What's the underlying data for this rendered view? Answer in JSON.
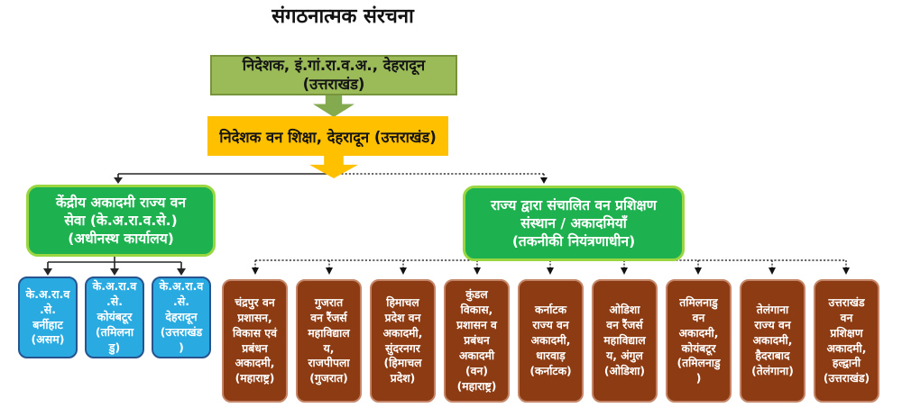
{
  "title": "संगठनात्मक संरचना",
  "root": {
    "label": "निदेशक, इं.गां.रा.व.अ., देहरादून\n(उत्तराखंड)"
  },
  "director_forest_education": {
    "label": "निदेशक वन शिक्षा, देहरादून (उत्तराखंड)"
  },
  "branches": {
    "central": {
      "label": "केंद्रीय अकादमी राज्य वन\nसेवा (के.अ.रा.व.से.)\n(अधीनस्थ कार्यालय)"
    },
    "state": {
      "label": "राज्य द्वारा संचालित वन प्रशिक्षण\nसंस्थान / अकादमियाँ\n(तकनीकी नियंत्रणाधीन)"
    }
  },
  "central_academies": [
    {
      "label": "के.अ.रा.व\n.से.\nबर्नीहाट\n(असम)"
    },
    {
      "label": "के.अ.रा.व\n.से.\nकोयंबटूर\n(तमिलना\nडु)"
    },
    {
      "label": "के.अ.रा.व\n.से.\nदेहरादून\n(उत्तराखंड\n)"
    }
  ],
  "state_institutes": [
    {
      "label": "चंद्रपुर वन\nप्रशासन,\nविकास एवं\nप्रबंधन\nअकादमी,\n(महाराष्ट्र)"
    },
    {
      "label": "गुजरात\nवन रैंजर्स\nमहाविद्याल\nय,\nराजपीपला\n(गुजरात)"
    },
    {
      "label": "हिमाचल\nप्रदेश वन\nअकादमी,\nसुंदरनगर\n(हिमाचल\nप्रदेश)"
    },
    {
      "label": "कुंडल\nविकास,\nप्रशासन व\nप्रबंधन\nअकादमी\n(वन)\n(महाराष्ट्र)"
    },
    {
      "label": "कर्नाटक\nराज्य वन\nअकादमी,\nधारवाड़\n(कर्नाटक)"
    },
    {
      "label": "ओडिशा\nवन रैंजर्स\nमहाविद्याल\nय, अंगुल\n(ओडिशा)"
    },
    {
      "label": "तमिलनाडु\nवन\nअकादमी,\nकोयंबटूर\n(तमिलनाडु\n)"
    },
    {
      "label": "तेलंगाना\nराज्य वन\nअकादमी,\nहैदराबाद\n(तेलंगाना)"
    },
    {
      "label": "उत्तराखंड\nवन\nप्रशिक्षण\nअकादमी,\nहल्द्वानी\n(उत्तराखंड)"
    }
  ],
  "colors": {
    "root_fill": "#9BBB59",
    "root_border": "#77933C",
    "level2_fill": "#FFC000",
    "branch_fill": "#1DB14F",
    "branch_border": "#99D63F",
    "central_child_fill": "#29ABE2",
    "central_child_border": "#27538F",
    "state_child_fill": "#8D3B12",
    "state_child_border": "#C58568",
    "arrow_green": "#84AA4F",
    "arrow_yellow": "#FFC000"
  }
}
